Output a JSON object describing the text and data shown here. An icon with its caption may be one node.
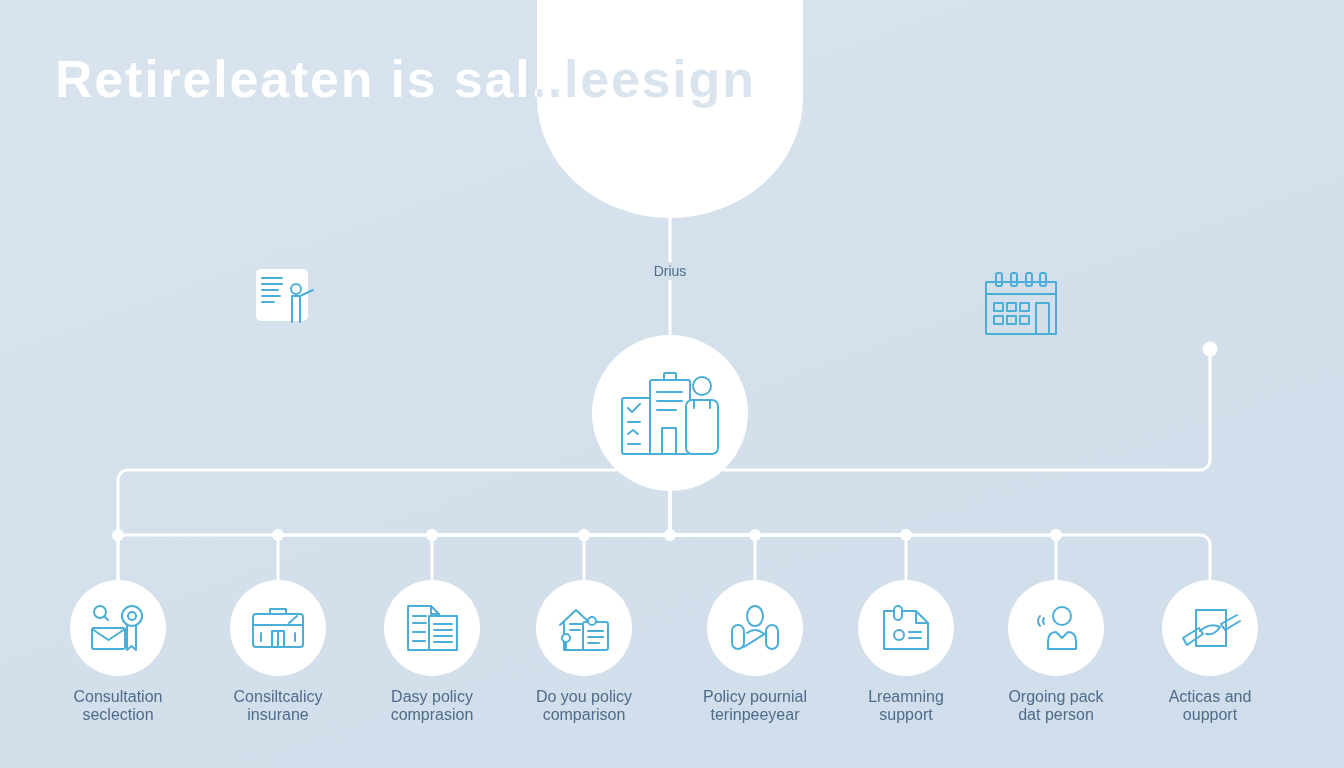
{
  "diagram": {
    "title": "Retireleaten is sal..leesign",
    "nodes": [
      {
        "text": [],
        "shape": "box"
      },
      {
        "text": [],
        "shape": "circle"
      },
      {
        "text": [
          "Consultation seclection"
        ]
      },
      {
        "text": [
          "Consiltcalicy insurane"
        ]
      },
      {
        "text": [
          "Dasy policy comprasion"
        ]
      },
      {
        "text": [
          "Do you policy comparison"
        ]
      },
      {
        "text": [
          "Policy pournial terinpeeyear"
        ]
      },
      {
        "text": [
          "Lreamning support"
        ]
      },
      {
        "text": [
          "Orgoing pack dat person"
        ]
      },
      {
        "text": [
          "Acticas and oupport"
        ]
      }
    ],
    "edges": [
      {
        "from": 0,
        "to": 1,
        "arrow": "none",
        "label": "Drius"
      },
      {
        "from": 1,
        "to": 2,
        "arrow": "none"
      },
      {
        "from": 1,
        "to": 3,
        "arrow": "none"
      },
      {
        "from": 1,
        "to": 4,
        "arrow": "none"
      },
      {
        "from": 1,
        "to": 5,
        "arrow": "none"
      },
      {
        "from": 1,
        "to": 6,
        "arrow": "none"
      },
      {
        "from": 1,
        "to": 7,
        "arrow": "none"
      },
      {
        "from": 1,
        "to": 8,
        "arrow": "none"
      },
      {
        "from": 1,
        "to": 9,
        "arrow": "none"
      },
      {
        "from": 1,
        "to": 2,
        "arrow": "none"
      },
      {
        "from": 1,
        "to": null,
        "arrow": "other"
      }
    ]
  }
}
